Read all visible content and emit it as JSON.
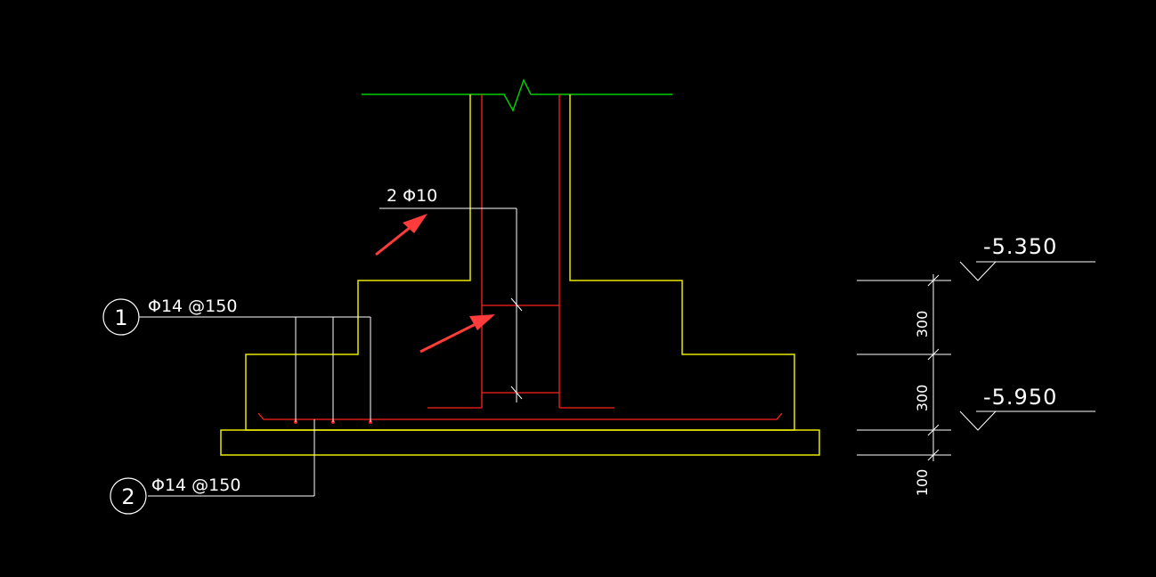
{
  "drawing": {
    "background": "#000000",
    "colors": {
      "outline": "#e8e800",
      "rebar": "#ff2020",
      "annotation": "#ffffff",
      "break_line": "#00cc00",
      "callout_arrow": "#ff3b3b"
    }
  },
  "labels": {
    "stirrup": "2 Φ10",
    "rebar_1": "Φ14 @150",
    "rebar_2": "Φ14 @150",
    "mark_1": "1",
    "mark_2": "2"
  },
  "elevations": {
    "top": "-5.350",
    "bottom": "-5.950"
  },
  "dimensions": {
    "upper": "300",
    "middle": "300",
    "lower": "100"
  }
}
